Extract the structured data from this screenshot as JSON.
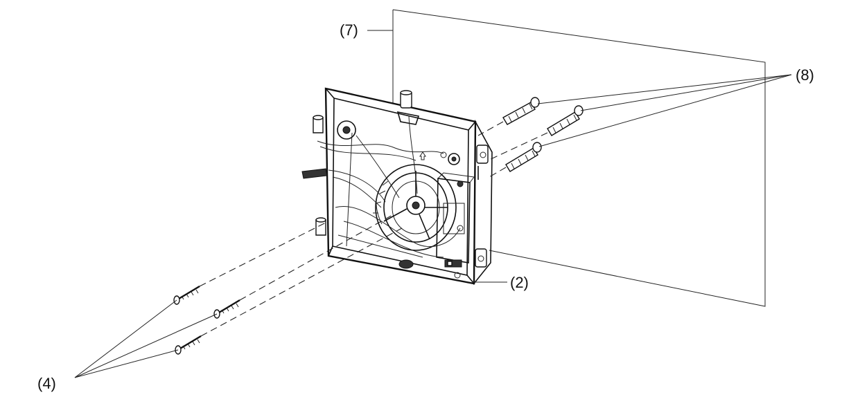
{
  "labels": {
    "wall": "(7)",
    "wall_plugs": "(8)",
    "unit": "(2)",
    "screws": "(4)"
  }
}
